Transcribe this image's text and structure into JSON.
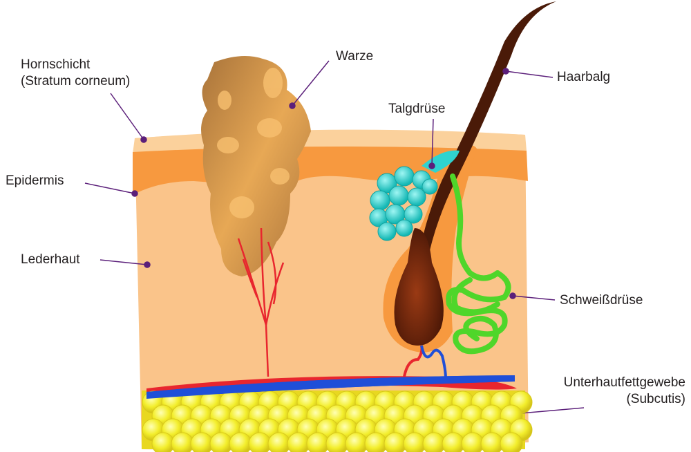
{
  "labels": {
    "hornschicht": "Hornschicht",
    "stratum_corneum": "(Stratum corneum)",
    "warze": "Warze",
    "haarbalg": "Haarbalg",
    "talgdruese": "Talgdrüse",
    "epidermis": "Epidermis",
    "lederhaut": "Lederhaut",
    "schweissdruese": "Schweißdrüse",
    "unterhautfettgewebe": "Unterhautfettgewebe",
    "subcutis": "(Subcutis)"
  },
  "colors": {
    "leader": "#5b1f7a",
    "stratum": "#fbc88c",
    "epidermis": "#f79a44",
    "dermis": "#fac48a",
    "fat": "#f2ee2a",
    "artery": "#e8262e",
    "vein": "#1f4fd8",
    "hair": "#4a1a08",
    "sebaceous": "#2fd3d0",
    "sweat": "#4fd62a",
    "wart": "#b8803e"
  }
}
